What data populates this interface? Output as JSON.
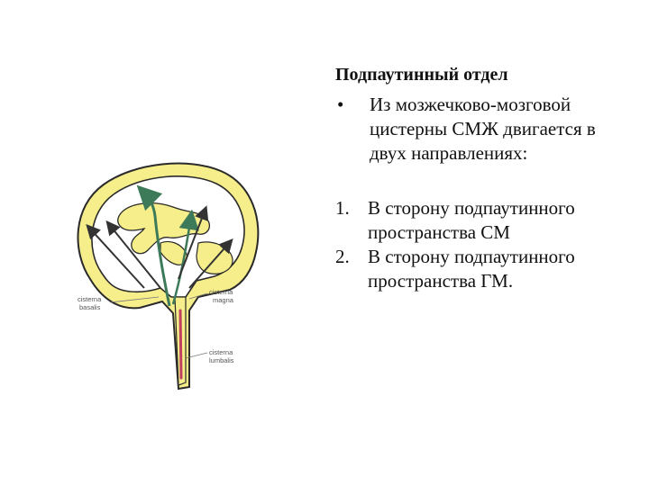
{
  "diagram": {
    "labels": {
      "cisterna_basalis_1": "cisterna",
      "cisterna_basalis_2": "basalis",
      "cisterna_magna_1": "cisterna",
      "cisterna_magna_2": "magna",
      "cisterna_lumbalis_1": "cisterna",
      "cisterna_lumbalis_2": "lumbalis"
    },
    "colors": {
      "csf_yellow": "#f5ee8a",
      "outline": "#2a2a2a",
      "arrow_dark": "#333333",
      "arrow_green": "#3d7a5a",
      "arrow_red": "#c04060"
    }
  },
  "text": {
    "title": "Подпаутинный отдел",
    "bullet_marker": "•",
    "bullet_text": "Из мозжечково-мозговой цистерны СМЖ двигается в двух направлениях:",
    "items": [
      {
        "marker": "1.",
        "text": "В сторону подпаутинного пространства СМ"
      },
      {
        "marker": "2.",
        "text": "В сторону подпаутинного пространства ГМ."
      }
    ]
  }
}
